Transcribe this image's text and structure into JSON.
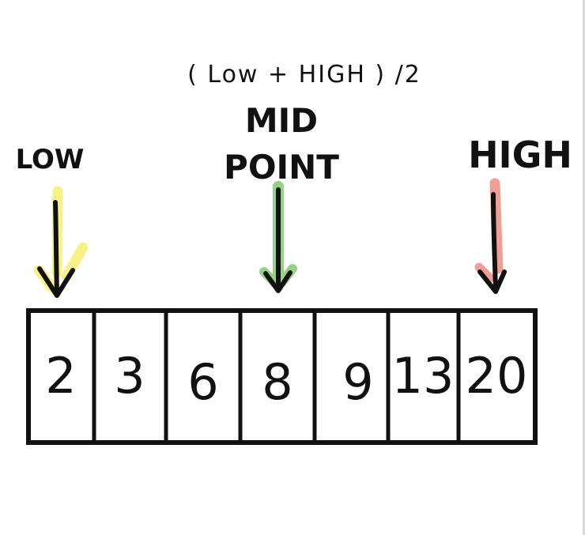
{
  "formula": "( Low + HIGH ) /2",
  "labels": {
    "low": "LOW",
    "mid_line1": "MID",
    "mid_line2": "POINT",
    "high": "HIGH"
  },
  "array": [
    "2",
    "3",
    "6",
    "8",
    "9",
    "13",
    "20"
  ],
  "pointers": {
    "low_index": 0,
    "mid_index": 3,
    "high_index": 6
  },
  "colors": {
    "ink": "#111111",
    "low_highlight": "#f6f07a",
    "mid_highlight": "#8fd07f",
    "high_highlight": "#ee9b90"
  }
}
